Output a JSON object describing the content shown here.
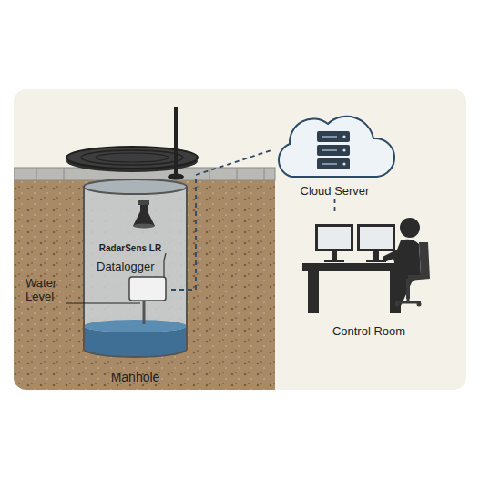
{
  "diagram": {
    "nodes": [
      {
        "text": [
          "Manhole"
        ]
      },
      {
        "text": [
          "RadarSens LR"
        ],
        "in": 0
      },
      {
        "text": [
          "Datalogger"
        ],
        "in": 0
      },
      {
        "text": [
          "Cloud Server"
        ]
      },
      {
        "text": [
          "Control Room"
        ]
      }
    ],
    "edges": [
      {
        "from": 1,
        "to": 2,
        "arrow": "none"
      },
      {
        "from": 2,
        "to": 3,
        "arrow": "none"
      },
      {
        "from": 3,
        "to": 4,
        "arrow": "none"
      }
    ],
    "labels": [
      "Water Level"
    ]
  }
}
